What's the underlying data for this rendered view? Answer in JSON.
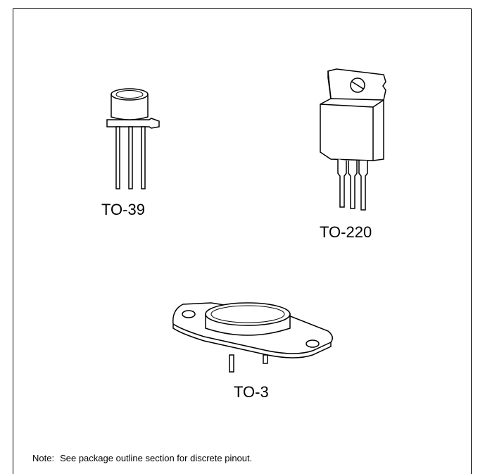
{
  "packages": {
    "to39": {
      "label": "TO-39"
    },
    "to220": {
      "label": "TO-220"
    },
    "to3": {
      "label": "TO-3"
    }
  },
  "note": {
    "prefix": "Note:",
    "text": "See package outline section for discrete pinout."
  }
}
